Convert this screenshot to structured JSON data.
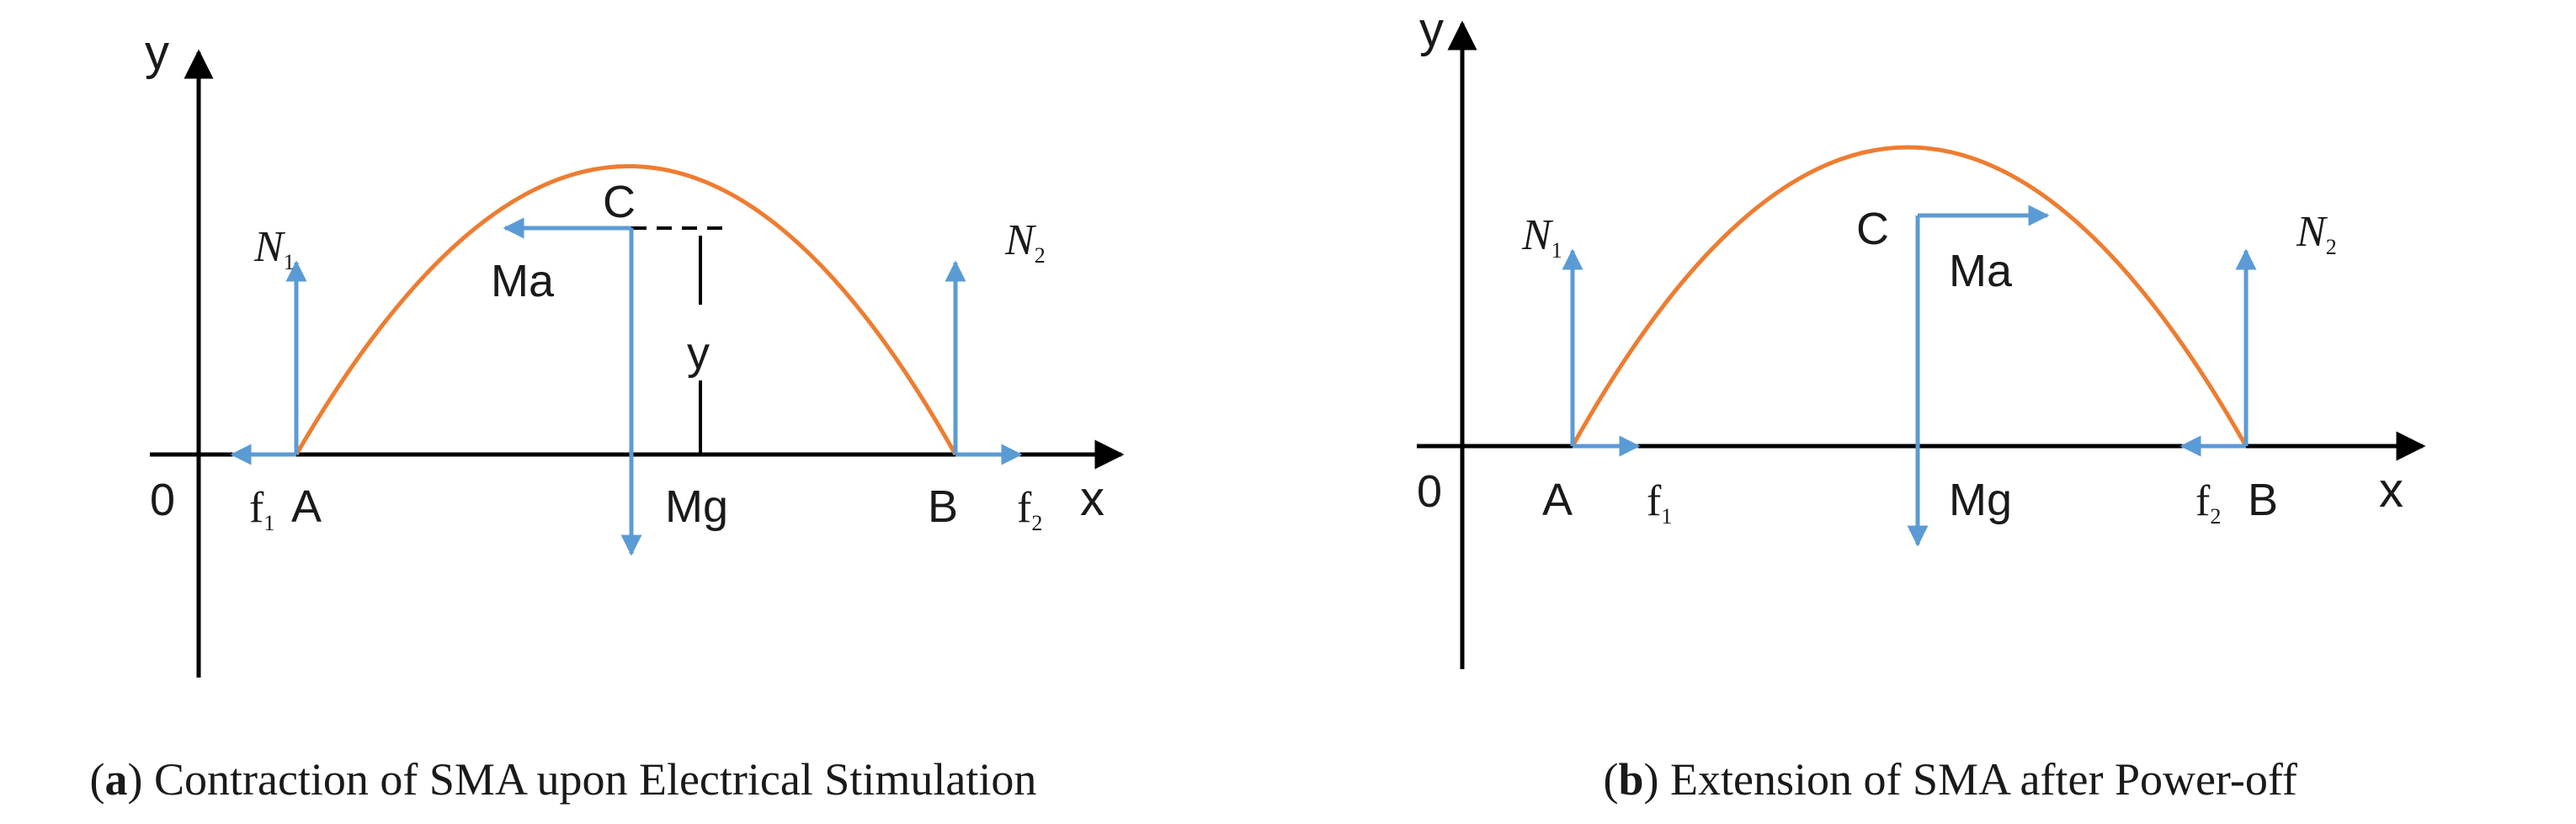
{
  "colors": {
    "axis": "#000000",
    "curve": "#ED7D31",
    "force": "#5B9BD5",
    "text": "#1a1a1a"
  },
  "panel_a": {
    "axis_y": "y",
    "axis_x": "x",
    "origin": "0",
    "point_a": "A",
    "point_b": "B",
    "point_c": "C",
    "inertial": "Ma",
    "gravity": "Mg",
    "height": "y",
    "n1": {
      "base": "N",
      "sub": "1"
    },
    "n2": {
      "base": "N",
      "sub": "2"
    },
    "f1": {
      "base": "f",
      "sub": "1"
    },
    "f2": {
      "base": "f",
      "sub": "2"
    },
    "caption": {
      "tag": "a",
      "text": " Contraction of SMA upon Electrical Stimulation"
    }
  },
  "panel_b": {
    "axis_y": "y",
    "axis_x": "x",
    "origin": "0",
    "point_a": "A",
    "point_b": "B",
    "point_c": "C",
    "inertial": "Ma",
    "gravity": "Mg",
    "n1": {
      "base": "N",
      "sub": "1"
    },
    "n2": {
      "base": "N",
      "sub": "2"
    },
    "f1": {
      "base": "f",
      "sub": "1"
    },
    "f2": {
      "base": "f",
      "sub": "2"
    },
    "caption": {
      "tag": "b",
      "text": " Extension of SMA after Power-off"
    }
  }
}
